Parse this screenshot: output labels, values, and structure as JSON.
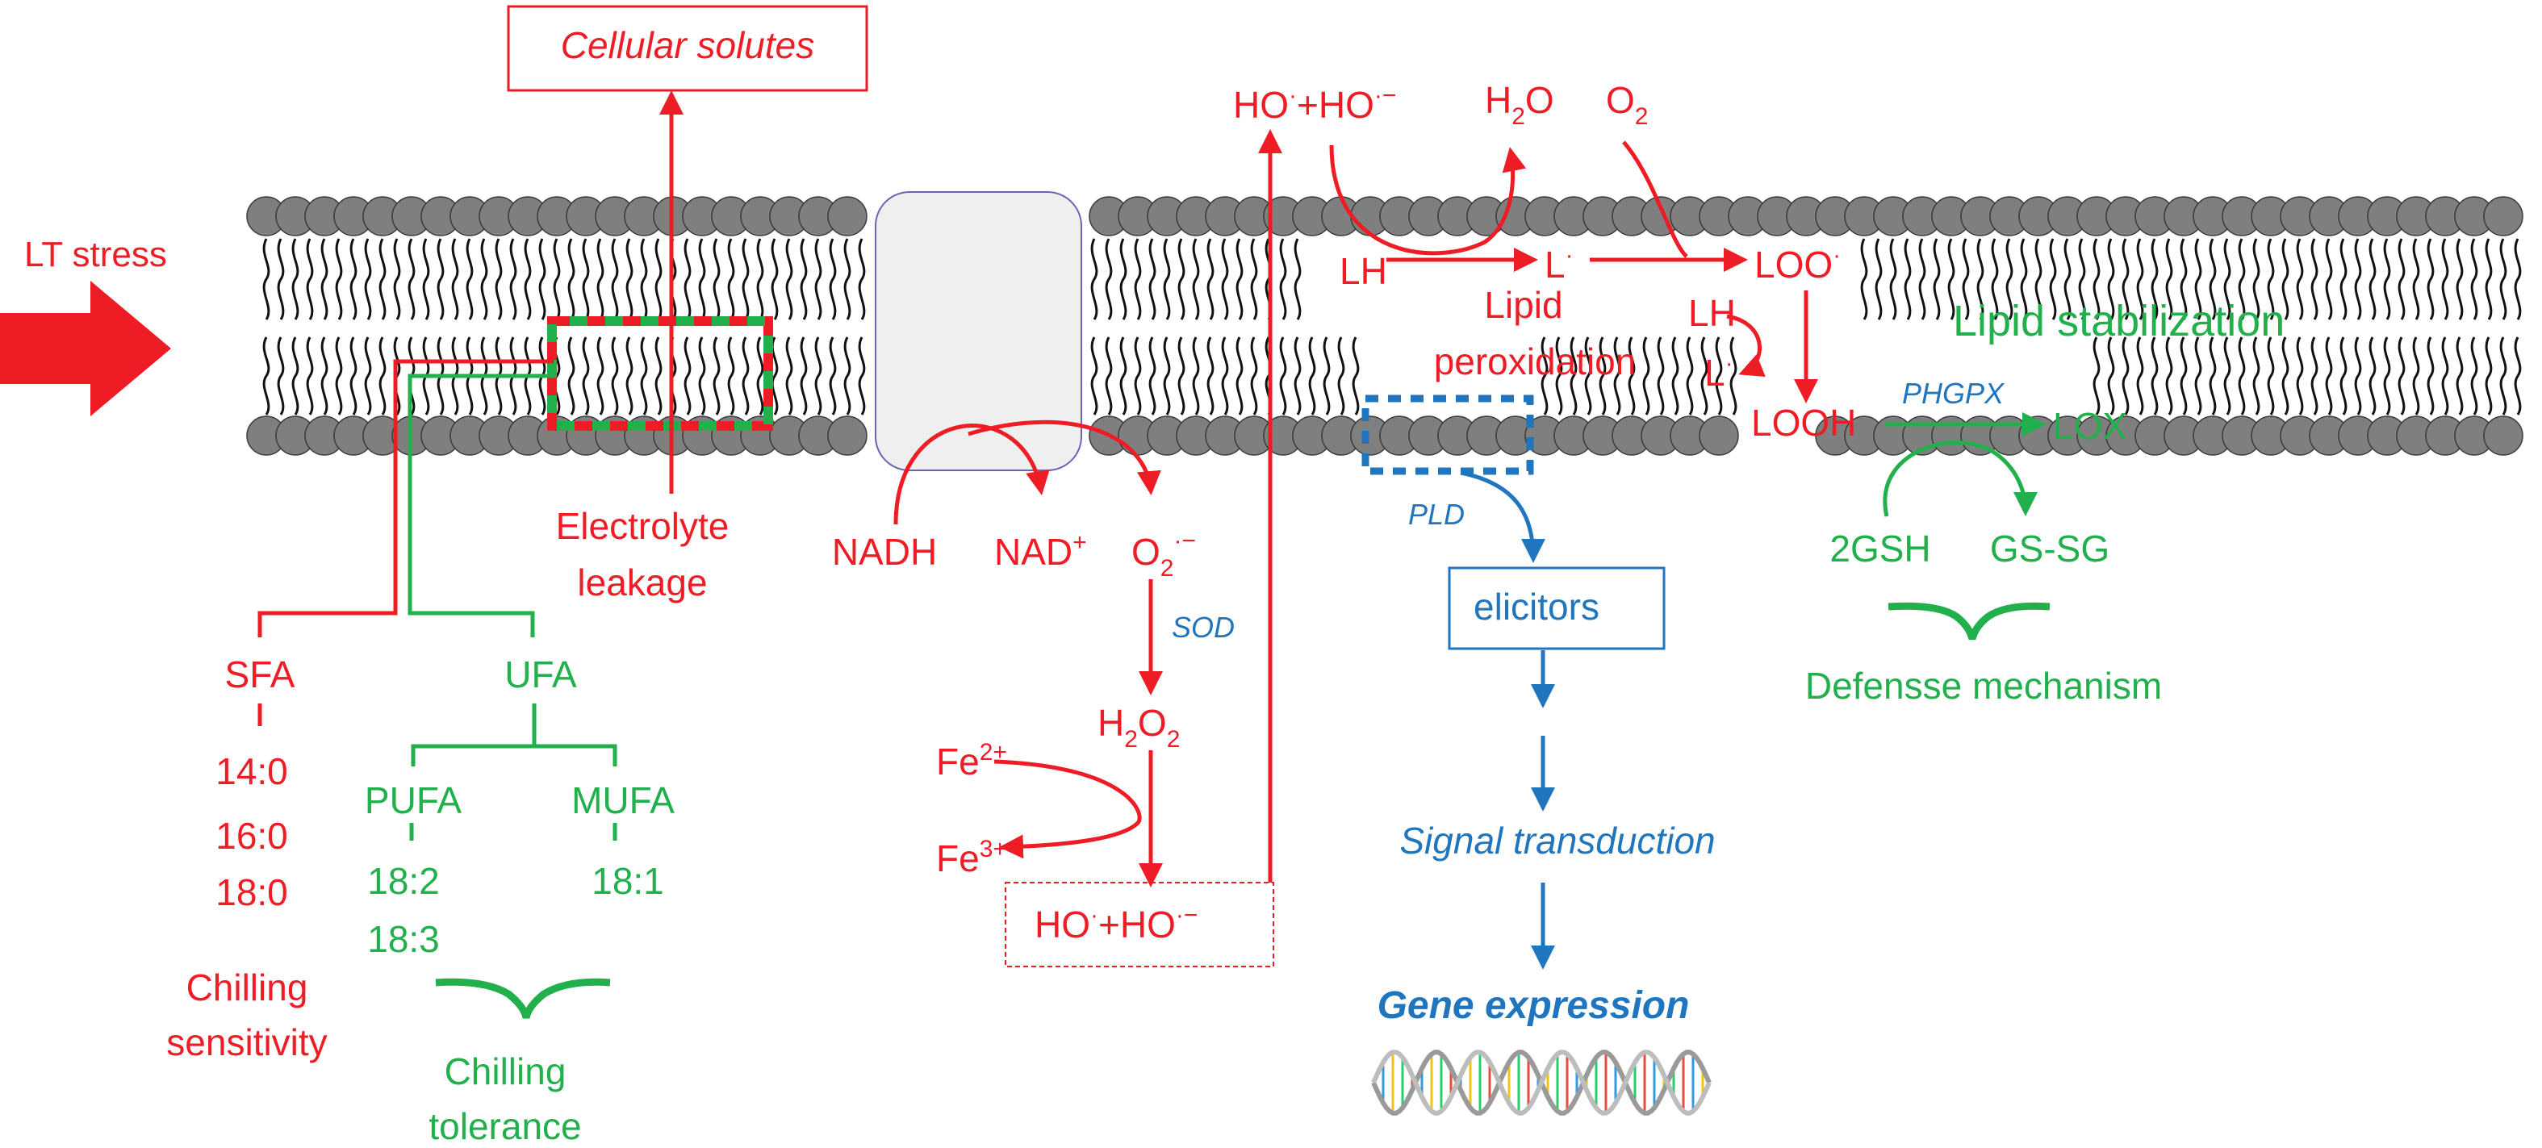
{
  "colors": {
    "red": "#ee1c25",
    "green": "#21b04b",
    "blue": "#1f75be",
    "lipid_head": "#7f7f7f",
    "protein": "#efefef",
    "protein_border": "#6c63b5"
  },
  "labels": {
    "cellular_solutes": "Cellular solutes",
    "lt_stress": "LT stress",
    "electrolyte_line1": "Electrolyte",
    "electrolyte_line2": "leakage",
    "sfa": "SFA",
    "ufa": "UFA",
    "pufa": "PUFA",
    "mufa": "MUFA",
    "fa_14_0": "14:0",
    "fa_16_0": "16:0",
    "fa_18_0": "18:0",
    "fa_18_2": "18:2",
    "fa_18_3": "18:3",
    "fa_18_1": "18:1",
    "chilling_sens_line1": "Chilling",
    "chilling_sens_line2": "sensitivity",
    "chilling_tol_line1": "Chilling",
    "chilling_tol_line2": "tolerance",
    "nadh": "NADH",
    "nad_base": "NAD",
    "nad_sup": "+",
    "o2_base": "O",
    "o2_sub": "2",
    "o2_sup": "·−",
    "sod": "SOD",
    "h2o2_h": "H",
    "h2o2_sub1": "2",
    "h2o2_o": "O",
    "h2o2_sub2": "2",
    "fe2_base": "Fe",
    "fe2_sup": "2+",
    "fe3_base": "Fe",
    "fe3_sup": "3+",
    "ho_radical": "HO",
    "ho_radical_dot": "·",
    "plus_ho": "+HO",
    "ho_anion_sup": "·−",
    "h2o_h": "H",
    "h2o_sub": "2",
    "h2o_o": "O",
    "o2_top_base": "O",
    "o2_top_sub": "2",
    "lh": "LH",
    "l_radical": "L",
    "radical_dot": "·",
    "loo_radical": "LOO",
    "lh2": "LH",
    "l_radical2": "L",
    "looh": "LOOH",
    "lipid_perox_line1": "Lipid",
    "lipid_perox_line2": "peroxidation",
    "lipid_stabilization": "Lipid stabilization",
    "phgpx": "PHGPX",
    "lox": "LOX",
    "gsh": "2GSH",
    "gssg": "GS-SG",
    "defense": "Defensse mechanism",
    "pld": "PLD",
    "elicitors": "elicitors",
    "signal_transduction": "Signal transduction",
    "gene_expression": "Gene expression"
  },
  "icons": {
    "dna": "dna-double-helix-icon",
    "stress_arrow": "arrow-right-icon"
  }
}
